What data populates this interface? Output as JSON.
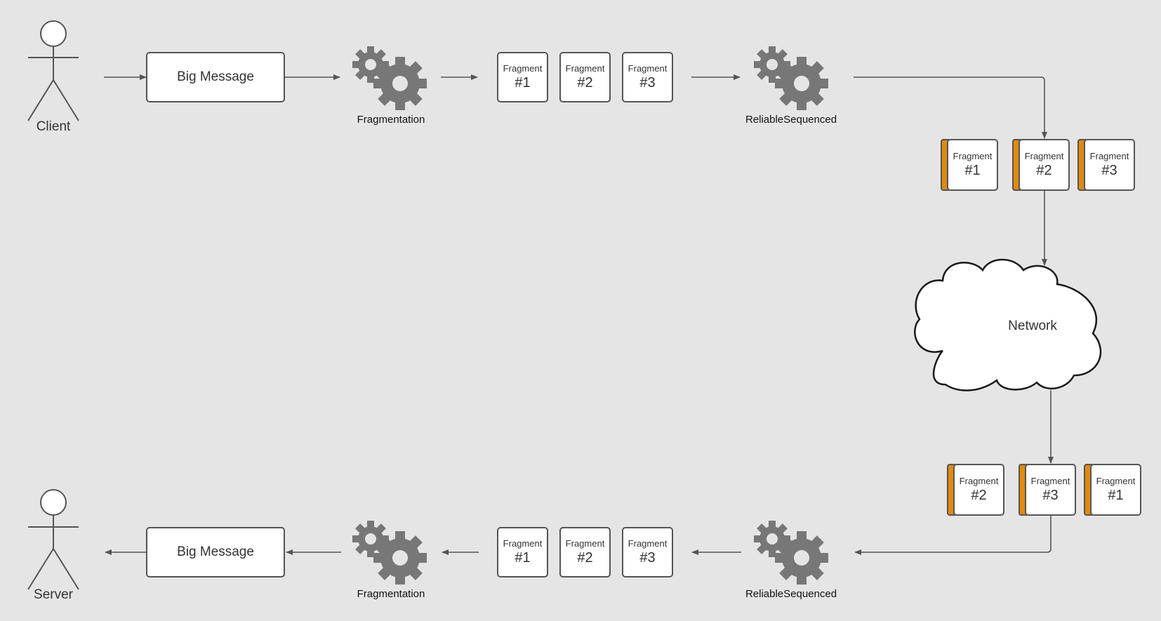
{
  "actors": {
    "client": "Client",
    "server": "Server"
  },
  "messages": {
    "top": "Big Message",
    "bottom": "Big Message"
  },
  "stages": {
    "top_fragmentation": "Fragmentation",
    "top_reliable": "ReliableSequenced",
    "bottom_fragmentation": "Fragmentation",
    "bottom_reliable": "ReliableSequenced"
  },
  "network": "Network",
  "fragment_word": "Fragment",
  "fragments": {
    "top_plain": [
      "#1",
      "#2",
      "#3"
    ],
    "top_tagged": [
      "#1",
      "#2",
      "#3"
    ],
    "bottom_tagged": [
      "#2",
      "#3",
      "#1"
    ],
    "bottom_plain": [
      "#1",
      "#2",
      "#3"
    ]
  },
  "colors": {
    "background": "#e5e5e5",
    "stroke": "#555555",
    "tag": "#e08a10",
    "gear": "#777777"
  }
}
